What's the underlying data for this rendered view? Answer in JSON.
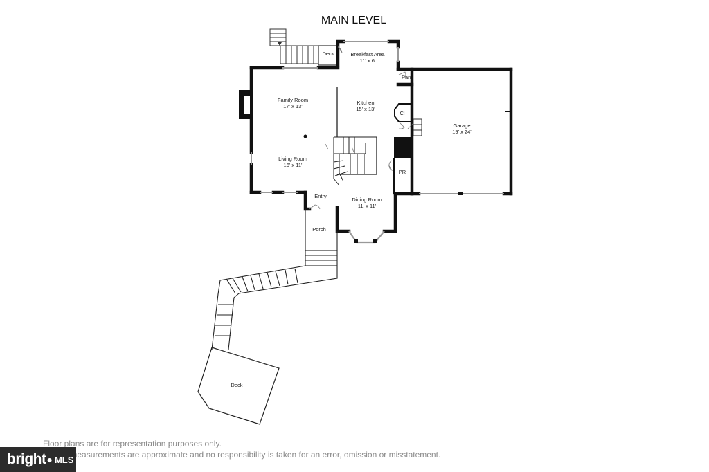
{
  "title": "MAIN LEVEL",
  "rooms": {
    "deck_top": {
      "name": "Deck"
    },
    "breakfast": {
      "name": "Breakfast Area",
      "dim": "11' x 6'"
    },
    "pantry": {
      "name": "Pan"
    },
    "family": {
      "name": "Family Room",
      "dim": "17' x 13'"
    },
    "kitchen": {
      "name": "Kitchen",
      "dim": "15' x 13'"
    },
    "closet": {
      "name": "Cl"
    },
    "garage": {
      "name": "Garage",
      "dim": "19' x 24'"
    },
    "living": {
      "name": "Living Room",
      "dim": "16' x 11'"
    },
    "powder": {
      "name": "PR"
    },
    "entry": {
      "name": "Entry"
    },
    "dining": {
      "name": "Dining Room",
      "dim": "11' x 11'"
    },
    "porch": {
      "name": "Porch"
    },
    "deck_bottom": {
      "name": "Deck"
    }
  },
  "disclaimer": {
    "line1": "Floor plans are for representation purposes only.",
    "line2": "ns and measurements are approximate and no responsibility is taken for an error, omission or misstatement."
  },
  "logo": {
    "word": "bright",
    "mls": "MLS"
  }
}
